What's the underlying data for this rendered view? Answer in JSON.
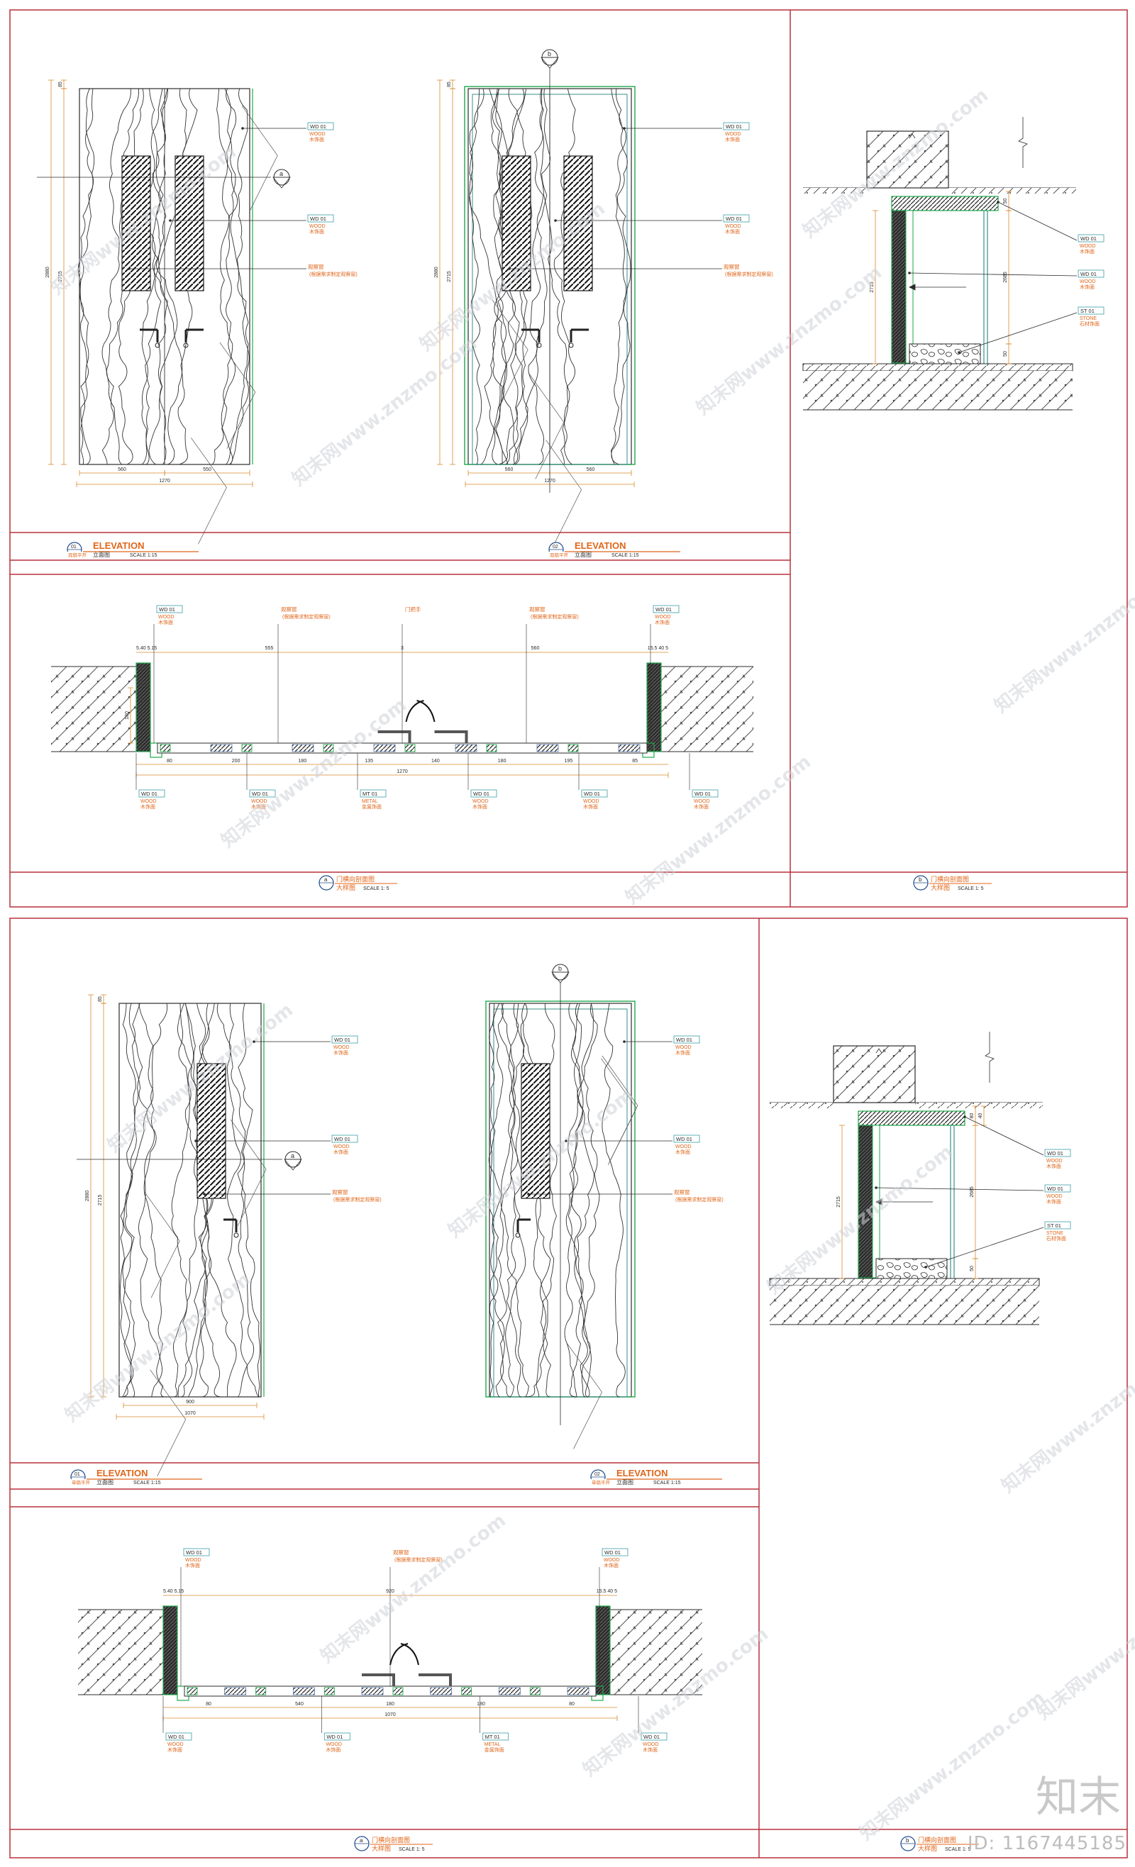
{
  "colors": {
    "frame": "#b8313b",
    "line": "#2b2b2b",
    "green": "#1ea94b",
    "orange": "#d98a2b",
    "cyan": "#3b9ea6",
    "title": "#e0661a",
    "hatch": "#555555"
  },
  "sheet1": {
    "elev1": {
      "badge": "01",
      "subbadge": "双扇平开",
      "title": "ELEVATION",
      "cn": "立面图",
      "scale": "SCALE  1:15",
      "tags": [
        {
          "code": "WD 01",
          "en": "WOOD",
          "cn": "木饰面"
        },
        {
          "code": "WD 01",
          "en": "WOOD",
          "cn": "木饰面"
        },
        {
          "code": "观察窗",
          "en": "",
          "cn": "(根据需求制定观察窗)"
        }
      ],
      "section_mark": "a",
      "dims": {
        "height": "2880",
        "inner": "2715",
        "top": "85",
        "left": "560",
        "right": "550",
        "total": "1270"
      }
    },
    "elev2": {
      "badge": "02",
      "subbadge": "双扇平开",
      "title": "ELEVATION",
      "cn": "立面图",
      "scale": "SCALE  1:15",
      "tags": [
        {
          "code": "WD 01",
          "en": "WOOD",
          "cn": "木饰面"
        },
        {
          "code": "WD 01",
          "en": "WOOD",
          "cn": "木饰面"
        },
        {
          "code": "观察窗",
          "en": "",
          "cn": "(根据需求制定观察窗)"
        }
      ],
      "section_mark": "b",
      "dims": {
        "height": "2880",
        "inner": "2715",
        "top": "85",
        "left": "560",
        "right": "560",
        "total": "1270"
      }
    },
    "detail": {
      "mark": "b",
      "cn": "大样图",
      "title_cn": "门横向剖面图",
      "scale": "SCALE  1:  5",
      "dims": {
        "h": "2715",
        "h2": "2685",
        "t1": "50",
        "b1": "50"
      },
      "tags": [
        {
          "code": "WD 01",
          "en": "WOOD",
          "cn": "木饰面"
        },
        {
          "code": "WD 01",
          "en": "WOOD",
          "cn": "木饰面"
        },
        {
          "code": "ST 01",
          "en": "STONE",
          "cn": "石材饰面"
        }
      ]
    },
    "plan": {
      "mark": "a",
      "title_cn": "门横向剖面图",
      "cn": "大样图",
      "scale": "SCALE  1:  5",
      "top_dims": [
        "5.40 5.15",
        "555",
        "3",
        "560",
        "15.5 40 5"
      ],
      "bottom_dims": [
        "80",
        "200",
        "180",
        "135",
        "140",
        "180",
        "195",
        "85"
      ],
      "total": "1270",
      "side": "180",
      "top_tags": [
        {
          "code": "WD 01",
          "en": "WOOD",
          "cn": "木饰面"
        },
        {
          "code": "观察窗",
          "en": "",
          "cn": "(根据需求制定观察窗)"
        },
        {
          "code": "门把手",
          "en": "",
          "cn": ""
        },
        {
          "code": "观察窗",
          "en": "",
          "cn": "(根据需求制定观察窗)"
        },
        {
          "code": "WD 01",
          "en": "WOOD",
          "cn": "木饰面"
        }
      ],
      "bottom_tags": [
        {
          "code": "WD 01",
          "en": "WOOD",
          "cn": "木饰面"
        },
        {
          "code": "WD 01",
          "en": "WOOD",
          "cn": "木饰面"
        },
        {
          "code": "MT 01",
          "en": "METAL",
          "cn": "金属饰面"
        },
        {
          "code": "WD 01",
          "en": "WOOD",
          "cn": "木饰面"
        },
        {
          "code": "WD 01",
          "en": "WOOD",
          "cn": "木饰面"
        },
        {
          "code": "WD 01",
          "en": "WOOD",
          "cn": "木饰面"
        }
      ]
    }
  },
  "sheet2": {
    "elev1": {
      "badge": "01",
      "subbadge": "单扇平开",
      "title": "ELEVATION",
      "cn": "立面图",
      "scale": "SCALE  1:15",
      "tags": [
        {
          "code": "WD 01",
          "en": "WOOD",
          "cn": "木饰面"
        },
        {
          "code": "WD 01",
          "en": "WOOD",
          "cn": "木饰面"
        },
        {
          "code": "观察窗",
          "en": "",
          "cn": "(根据需求制定观察窗)"
        }
      ],
      "section_mark": "a",
      "dims": {
        "height": "2880",
        "inner": "2715",
        "top": "85",
        "mid": "900",
        "total": "1070"
      }
    },
    "elev2": {
      "badge": "02",
      "subbadge": "单扇平开",
      "title": "ELEVATION",
      "cn": "立面图",
      "scale": "SCALE  1:15",
      "tags": [
        {
          "code": "WD 01",
          "en": "WOOD",
          "cn": "木饰面"
        },
        {
          "code": "WD 01",
          "en": "WOOD",
          "cn": "木饰面"
        },
        {
          "code": "观察窗",
          "en": "",
          "cn": "(根据需求制定观察窗)"
        }
      ],
      "section_mark": "b"
    },
    "detail": {
      "mark": "b",
      "title_cn": "门横向剖面图",
      "cn": "大样图",
      "scale": "SCALE  1:  5",
      "dims": {
        "h": "2715",
        "h2": "2685",
        "t1": "80",
        "t2": "40",
        "b1": "50"
      },
      "tags": [
        {
          "code": "WD 01",
          "en": "WOOD",
          "cn": "木饰面"
        },
        {
          "code": "WD 01",
          "en": "WOOD",
          "cn": "木饰面"
        },
        {
          "code": "ST 01",
          "en": "STONE",
          "cn": "石材饰面"
        }
      ]
    },
    "plan": {
      "mark": "a",
      "title_cn": "门横向剖面图",
      "cn": "大样图",
      "scale": "SCALE  1:  5",
      "top_dims": [
        "5.40 5.15",
        "920",
        "15.5 40 5"
      ],
      "bottom_dims": [
        "80",
        "540",
        "180",
        "180",
        "80"
      ],
      "total": "1070",
      "top_tags": [
        {
          "code": "WD 01",
          "en": "WOOD",
          "cn": "木饰面"
        },
        {
          "code": "观察窗",
          "en": "",
          "cn": "(根据需求制定观察窗)"
        },
        {
          "code": "WD 01",
          "en": "WOOD",
          "cn": "木饰面"
        }
      ],
      "bottom_tags": [
        {
          "code": "WD 01",
          "en": "WOOD",
          "cn": "木饰面"
        },
        {
          "code": "WD 01",
          "en": "WOOD",
          "cn": "木饰面"
        },
        {
          "code": "MT 01",
          "en": "METAL",
          "cn": "金属饰面"
        },
        {
          "code": "WD 01",
          "en": "WOOD",
          "cn": "木饰面"
        }
      ]
    }
  },
  "watermarks": [
    "知末网www.znzmo.com"
  ],
  "brand": "知末",
  "image_id": "ID: 1167445185"
}
